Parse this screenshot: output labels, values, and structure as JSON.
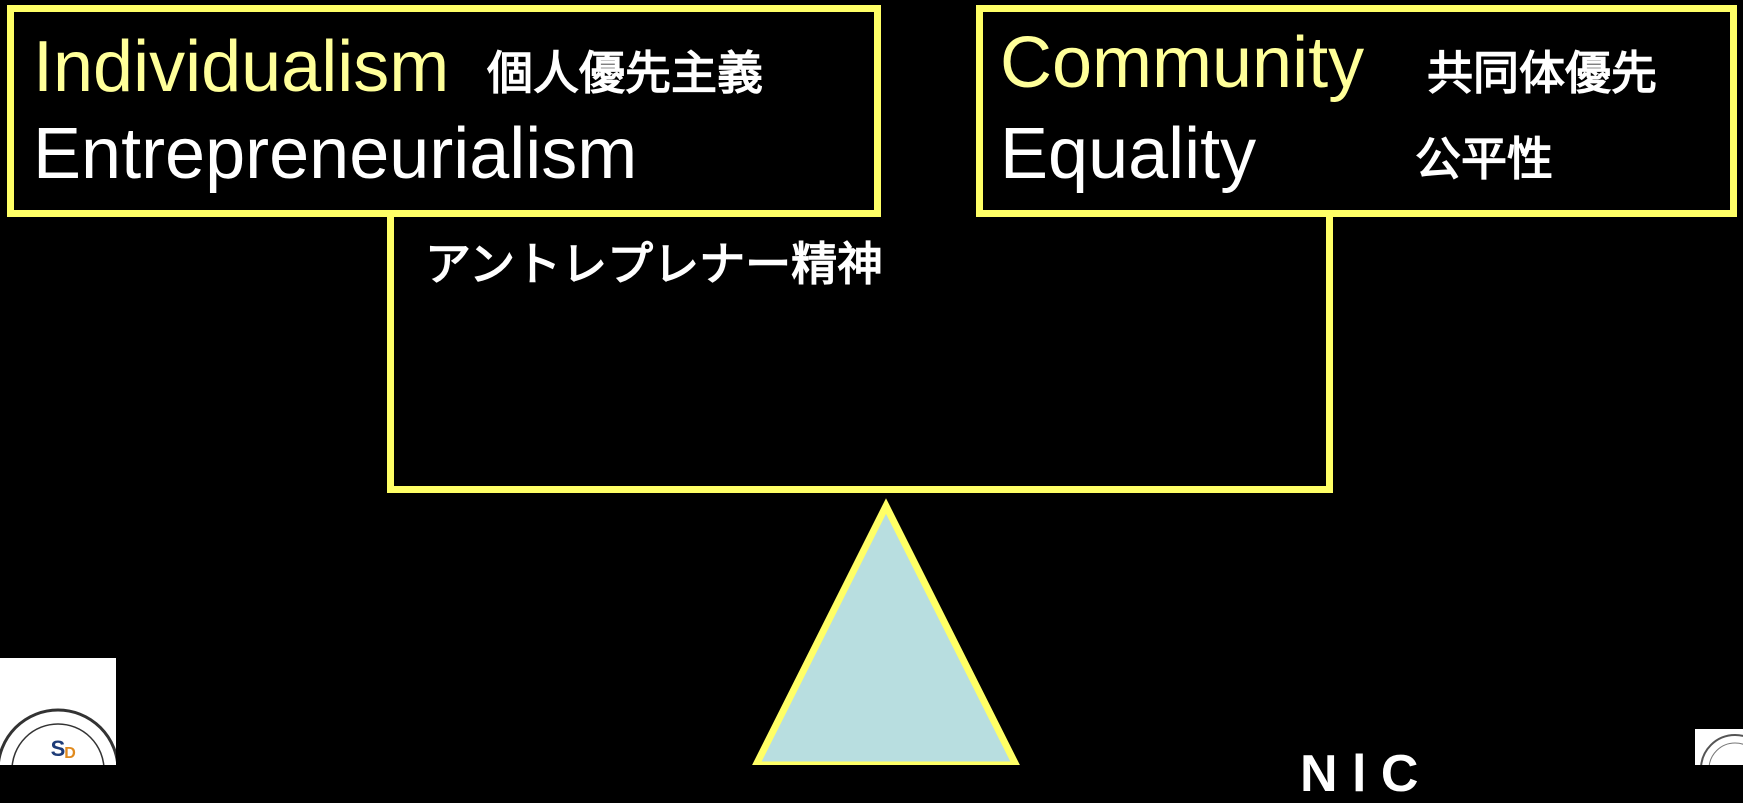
{
  "left_box": {
    "term1": "Individualism",
    "term1_jp": "個人優先主義",
    "term2": "Entrepreneurialism",
    "term2_jp": "アントレプレナー精神"
  },
  "right_box": {
    "term1": "Community",
    "term1_jp": "共同体優先",
    "term2": "Equality",
    "term2_jp": "公平性"
  },
  "colors": {
    "frame": "#FFFF66",
    "highlight_text": "#FFFF99",
    "plain_text": "#FFFFFF",
    "fulcrum_fill": "#B8DEE0",
    "background": "#000000"
  },
  "icons": {
    "left_logo": "school-of-public-health-seal-icon",
    "right_logo": "university-seal-icon"
  },
  "cut_off_text": "N l C"
}
